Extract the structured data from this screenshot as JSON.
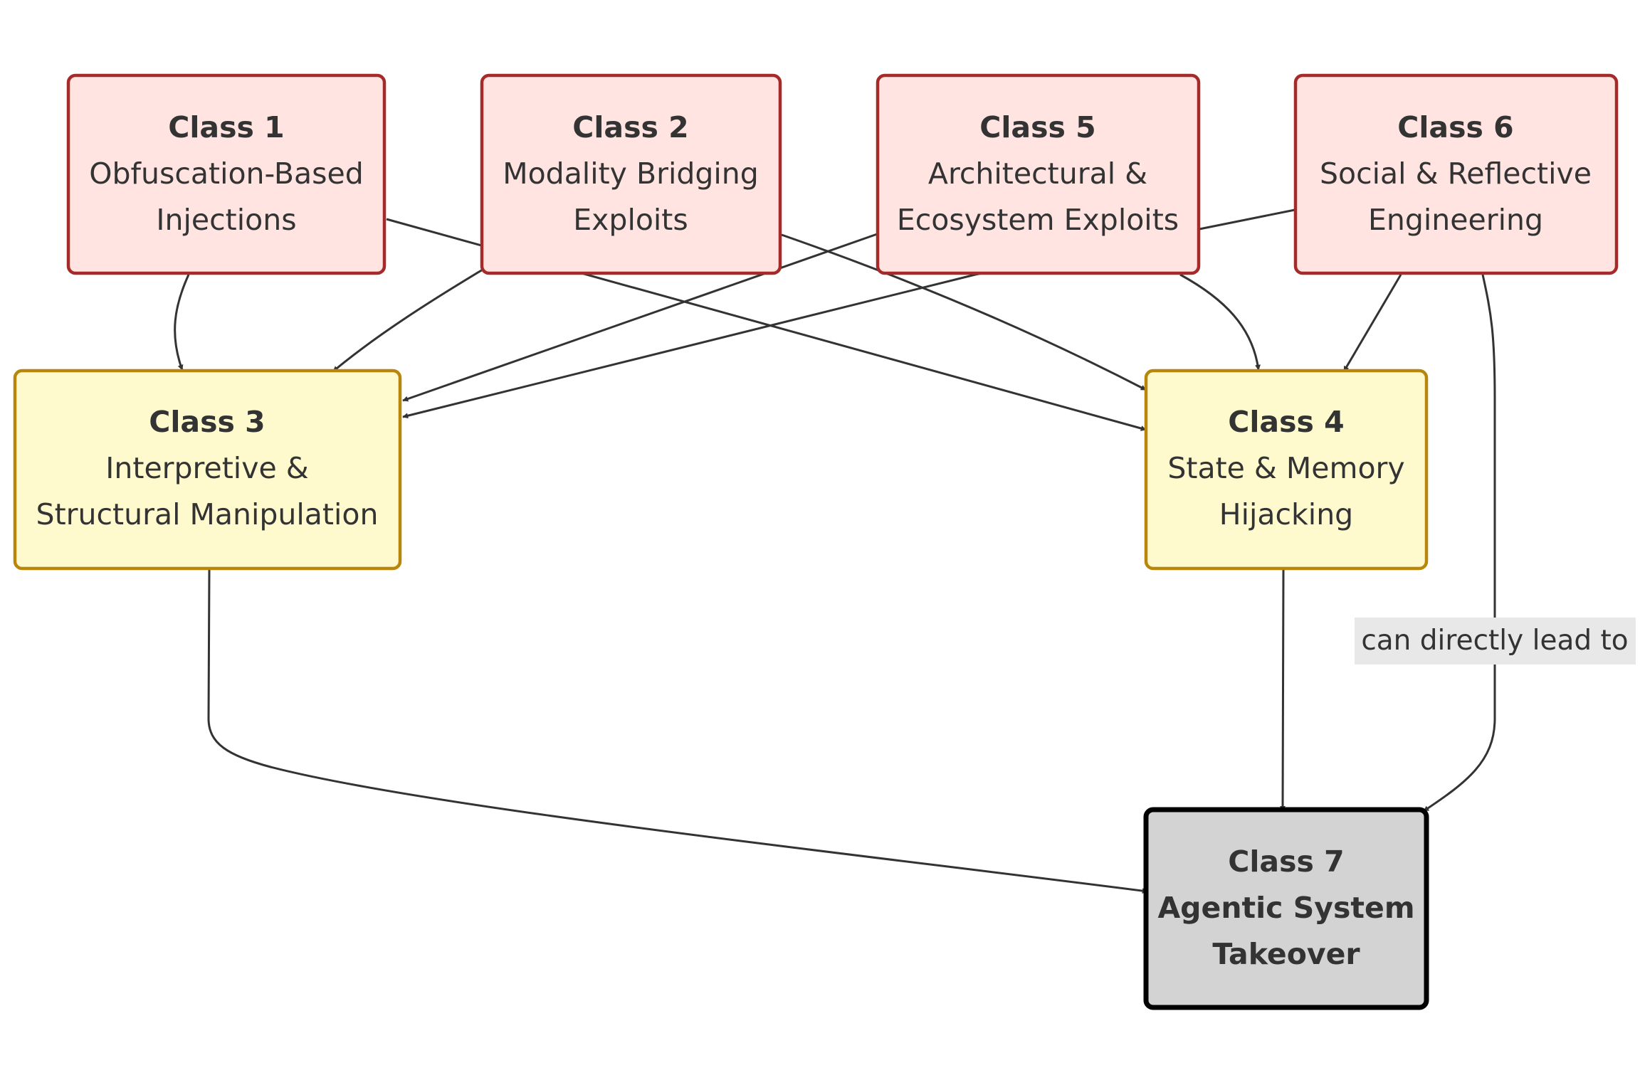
{
  "colors": {
    "source_fill": "#ffe4e1",
    "source_stroke": "#a52a2a",
    "mid_fill": "#fffacd",
    "mid_stroke": "#b8860b",
    "sink_fill": "#d3d3d3",
    "sink_stroke": "#000000",
    "edge": "#333333",
    "label_bg": "#e8e8e8"
  },
  "nodes": {
    "c1": {
      "title": "Class 1",
      "lines": [
        "Obfuscation-Based",
        "Injections"
      ]
    },
    "c2": {
      "title": "Class 2",
      "lines": [
        "Modality Bridging",
        "Exploits"
      ]
    },
    "c5": {
      "title": "Class 5",
      "lines": [
        "Architectural &",
        "Ecosystem Exploits"
      ]
    },
    "c6": {
      "title": "Class 6",
      "lines": [
        "Social & Reflective",
        "Engineering"
      ]
    },
    "c3": {
      "title": "Class 3",
      "lines": [
        "Interpretive &",
        "Structural Manipulation"
      ]
    },
    "c4": {
      "title": "Class 4",
      "lines": [
        "State & Memory",
        "Hijacking"
      ]
    },
    "c7": {
      "title": "Class 7",
      "lines": [
        "Agentic System",
        "Takeover"
      ]
    }
  },
  "edges": [
    {
      "from": "c1",
      "to": "c3"
    },
    {
      "from": "c1",
      "to": "c4"
    },
    {
      "from": "c2",
      "to": "c3"
    },
    {
      "from": "c2",
      "to": "c4"
    },
    {
      "from": "c5",
      "to": "c3"
    },
    {
      "from": "c5",
      "to": "c4"
    },
    {
      "from": "c6",
      "to": "c3"
    },
    {
      "from": "c6",
      "to": "c4"
    },
    {
      "from": "c3",
      "to": "c7"
    },
    {
      "from": "c4",
      "to": "c7"
    },
    {
      "from": "c6",
      "to": "c7",
      "label": "can directly lead to"
    }
  ]
}
